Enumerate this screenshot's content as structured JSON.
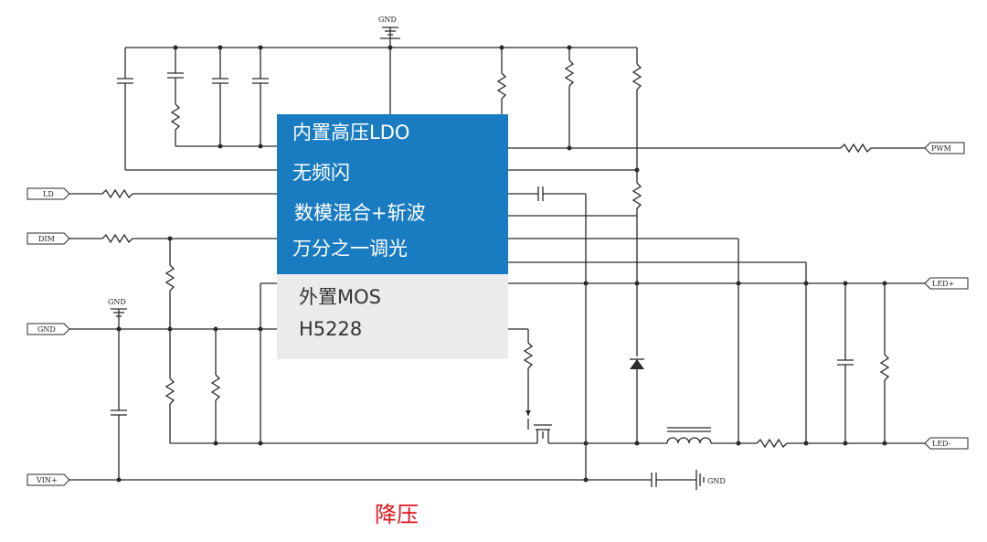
{
  "chip": {
    "features_internal": [
      "内置高压LDO",
      "无频闪",
      "数模混合+斩波",
      "万分之一调光"
    ],
    "features_external": [
      "外置MOS",
      "H5228"
    ]
  },
  "pins": {
    "ld": "LD",
    "dim": "DIM",
    "gnd": "GND",
    "vin": "VIN+",
    "pwm": "PWM",
    "led_pos": "LED+",
    "led_neg": "LED-"
  },
  "ground_labels": {
    "top": "GND",
    "left": "GND",
    "bottom": "GND"
  },
  "caption": "降压",
  "colors": {
    "chip_top": "#1a7cc0",
    "chip_bottom": "#ebebeb",
    "caption": "#e0141b",
    "wire": "#2a2a2a"
  }
}
